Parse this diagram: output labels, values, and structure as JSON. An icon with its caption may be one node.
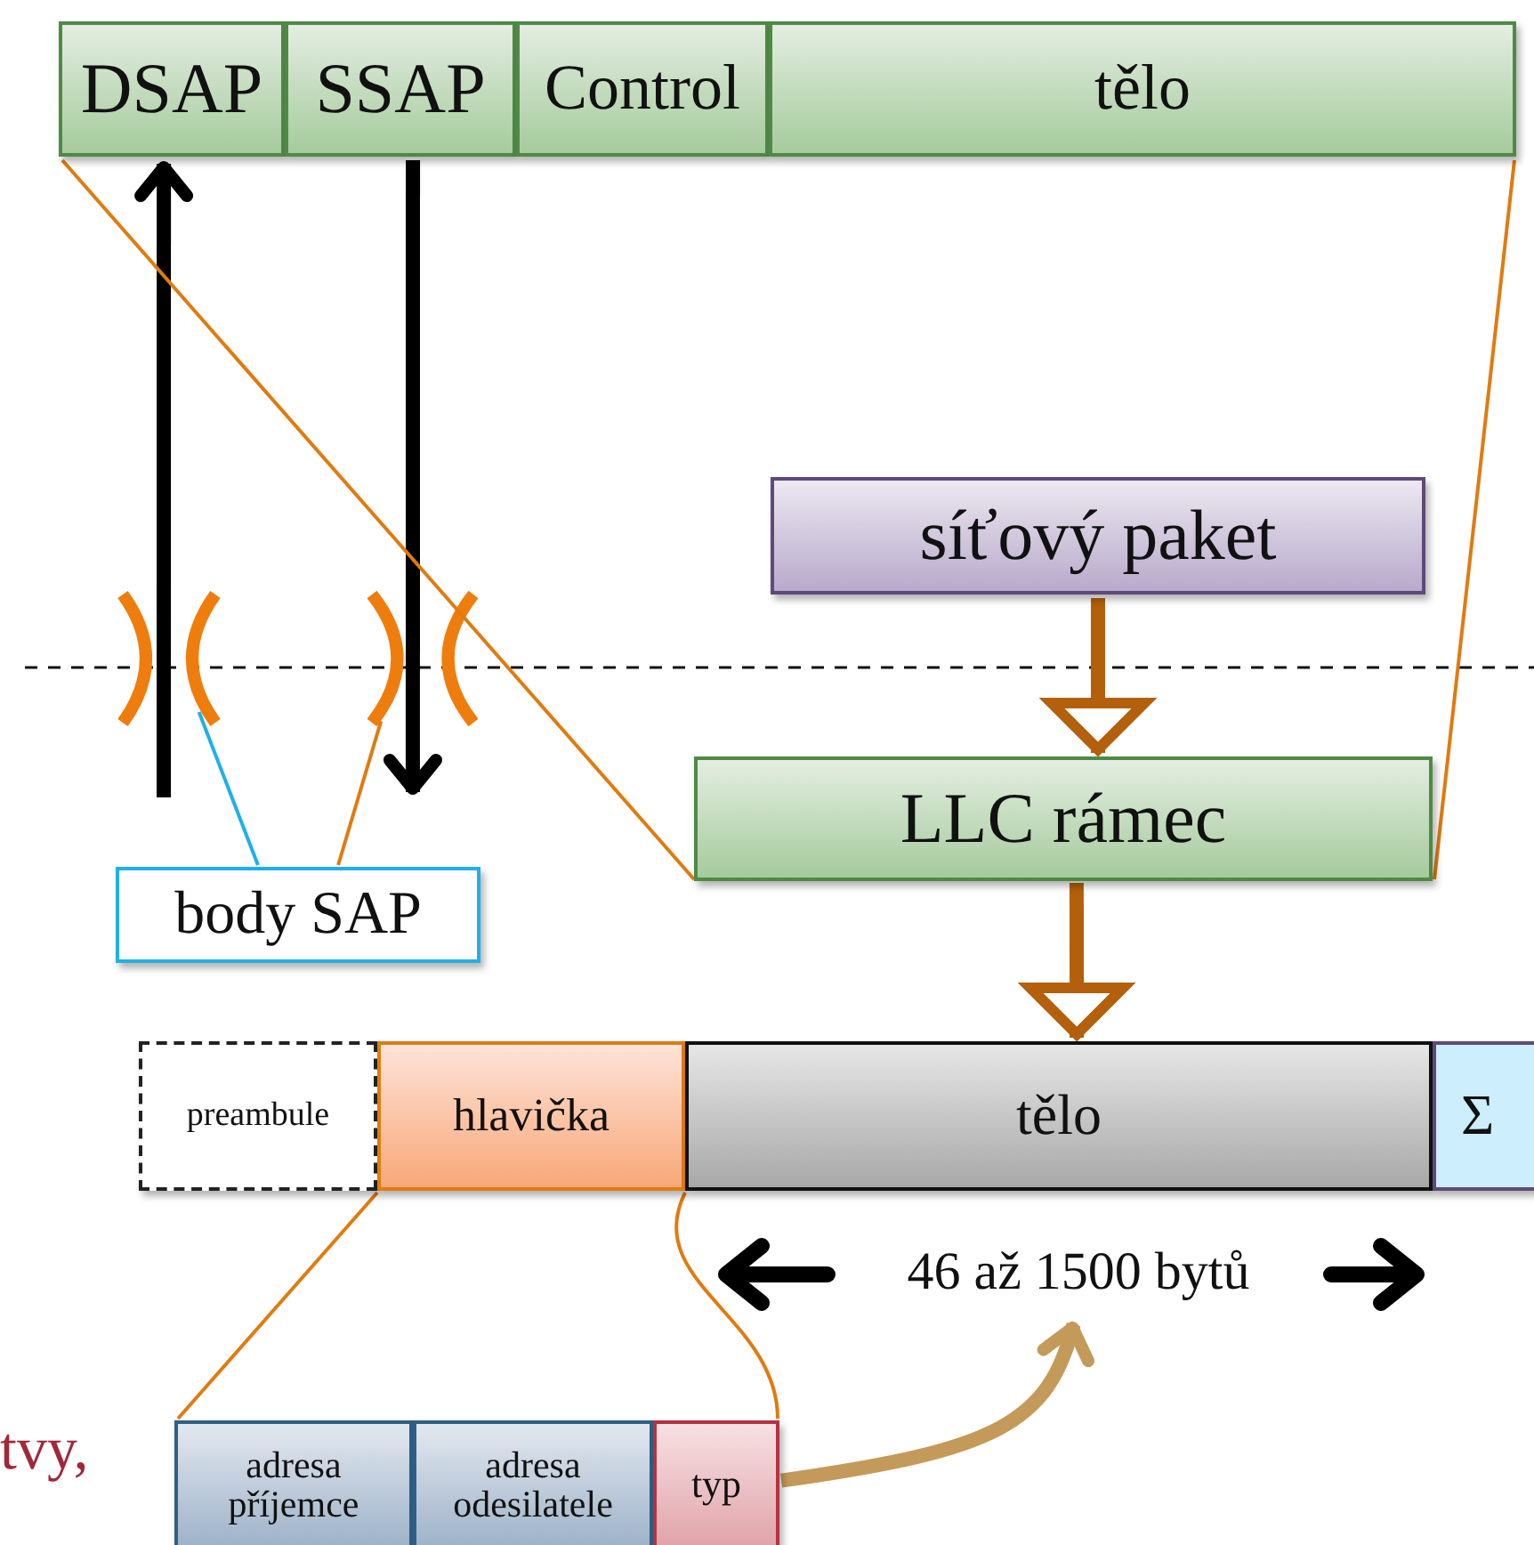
{
  "diagram": {
    "nodes": [
      {
        "text": [
          "DSAP"
        ]
      },
      {
        "text": [
          "SSAP"
        ]
      },
      {
        "text": [
          "Control"
        ]
      },
      {
        "text": [
          "tělo"
        ]
      },
      {
        "text": [
          "síťový paket"
        ]
      },
      {
        "text": [],
        "shape": "bracket"
      },
      {
        "text": [],
        "shape": "bracket"
      },
      {
        "text": [
          "LLC rámec"
        ]
      },
      {
        "text": [
          "body SAP"
        ]
      },
      {
        "text": [
          "preambule"
        ]
      },
      {
        "text": [
          "hlavička"
        ]
      },
      {
        "text": [
          "tělo"
        ]
      },
      {
        "text": [
          "Σ"
        ]
      },
      {
        "text": [
          "46 až 1500 bytů"
        ]
      },
      {
        "text": [
          "adresa příjemce"
        ]
      },
      {
        "text": [
          "adresa odesilatele"
        ]
      },
      {
        "text": [
          "typ"
        ]
      }
    ],
    "edges": [
      {
        "from": 4,
        "to": 7,
        "arrow": "to",
        "style": "thick",
        "color": "#b35f0b"
      },
      {
        "from": 7,
        "to": 11,
        "arrow": "to",
        "style": "thick",
        "color": "#b35f0b"
      },
      {
        "from": null,
        "to": 0,
        "arrow": "to",
        "style": "thick",
        "color": "#000000"
      },
      {
        "from": 1,
        "to": 6,
        "arrow": "to",
        "style": "thick",
        "color": "#000000"
      },
      {
        "from": 0,
        "to": 7,
        "arrow": "none"
      },
      {
        "from": 3,
        "to": 7,
        "arrow": "none"
      },
      {
        "from": 8,
        "to": 5,
        "arrow": "none",
        "color": "#1fb0e8"
      },
      {
        "from": 8,
        "to": 6,
        "arrow": "none"
      },
      {
        "from": 10,
        "to": 14,
        "arrow": "none"
      },
      {
        "from": 10,
        "to": 16,
        "arrow": "none"
      },
      {
        "from": 16,
        "to": 13,
        "arrow": "to",
        "style": "thick",
        "color": "#c49a5a"
      }
    ],
    "labels": [
      "tvy,"
    ]
  }
}
